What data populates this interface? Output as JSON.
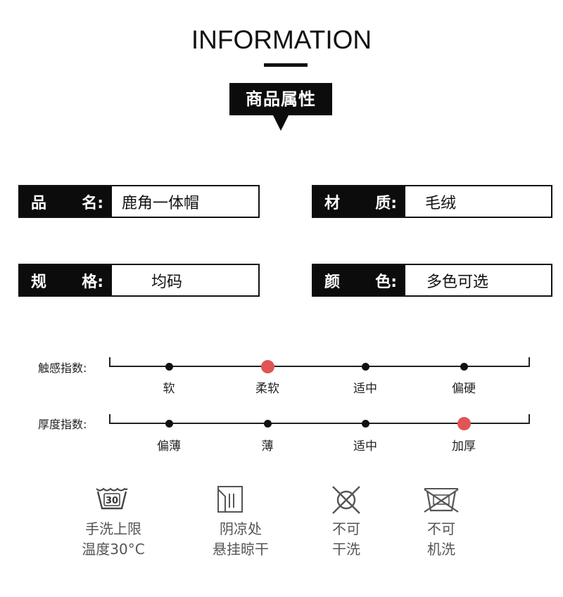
{
  "header": {
    "title": "INFORMATION",
    "banner": "商品属性"
  },
  "attributes": [
    {
      "label_a": "品",
      "label_b": "名:",
      "value": "鹿角一体帽"
    },
    {
      "label_a": "材",
      "label_b": "质:",
      "value": "毛绒"
    },
    {
      "label_a": "规",
      "label_b": "格:",
      "value": "均码"
    },
    {
      "label_a": "颜",
      "label_b": "色:",
      "value": "多色可选"
    }
  ],
  "scales": [
    {
      "label": "触感指数:",
      "options": [
        "软",
        "柔软",
        "适中",
        "偏硬"
      ],
      "selected_index": 1
    },
    {
      "label": "厚度指数:",
      "options": [
        "偏薄",
        "薄",
        "适中",
        "加厚"
      ],
      "selected_index": 3
    }
  ],
  "care": [
    {
      "icon": "hand-wash-30-icon",
      "badge": "30",
      "line1": "手洗上限",
      "line2": "温度30°C"
    },
    {
      "icon": "hang-dry-shade-icon",
      "line1": "阴凉处",
      "line2": "悬挂晾干"
    },
    {
      "icon": "no-tumble-dry-icon",
      "line1": "不可",
      "line2": "干洗"
    },
    {
      "icon": "no-machine-wash-icon",
      "line1": "不可",
      "line2": "机洗"
    }
  ],
  "colors": {
    "accent_dot": "#e05555",
    "dark": "#0c0c0c"
  }
}
